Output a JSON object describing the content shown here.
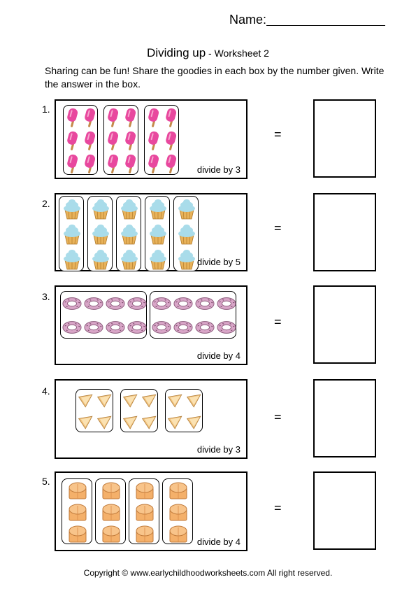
{
  "header": {
    "name_label": "Name:"
  },
  "title": {
    "main": "Dividing up",
    "sub": " - Worksheet 2"
  },
  "instructions": "Sharing can be fun! Share the goodies in each box by the number given. Write the answer in the box.",
  "equals": "=",
  "problems": [
    {
      "number": "1.",
      "item": "popsicle-icon",
      "groups": 3,
      "per_group": 6,
      "divide_label": "divide by 3"
    },
    {
      "number": "2.",
      "item": "cupcake-icon",
      "groups": 5,
      "per_group": 3,
      "divide_label": "divide by 5"
    },
    {
      "number": "3.",
      "item": "donut-icon",
      "groups": 2,
      "per_group": 8,
      "divide_label": "divide by 4"
    },
    {
      "number": "4.",
      "item": "sandwich-icon",
      "groups": 3,
      "per_group": 4,
      "divide_label": "divide by 3"
    },
    {
      "number": "5.",
      "item": "bread-loaf-icon",
      "groups": 4,
      "per_group": 3,
      "divide_label": "divide by 4"
    }
  ],
  "colors": {
    "popsicle": "#e8489e",
    "stick": "#c58a4a",
    "cupcake_frosting": "#a9dcea",
    "cupcake_base": "#e8b25a",
    "donut": "#d9a6c8",
    "sandwich": "#f1c27d",
    "bread": "#f4b06a"
  },
  "footer": {
    "copyright": "Copyright © www.earlychildhoodworksheets.com  All right reserved."
  }
}
